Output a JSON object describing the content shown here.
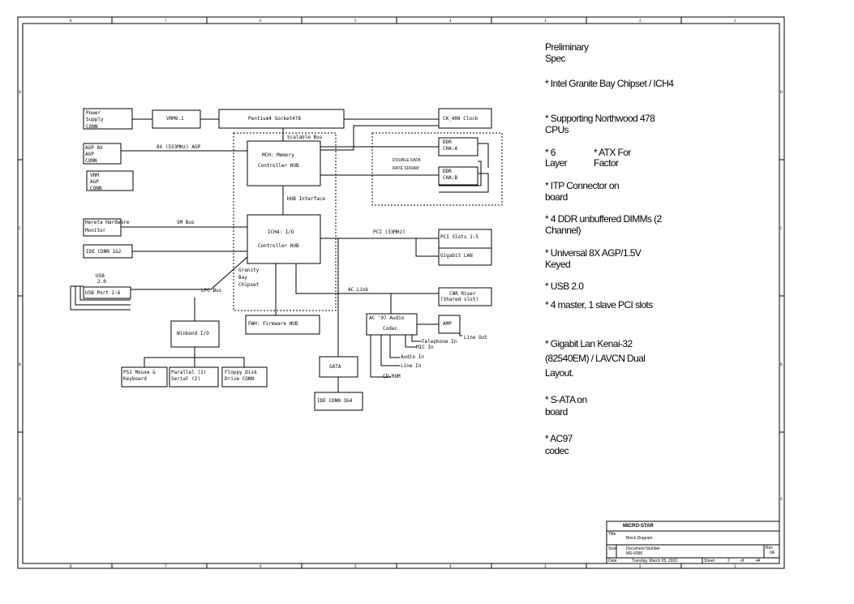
{
  "border_ticks": [
    "8",
    "7",
    "6",
    "5",
    "4",
    "3",
    "2",
    "1"
  ],
  "border_row_ticks": [
    "D",
    "C",
    "B",
    "A"
  ],
  "blocks": {
    "power_supply": [
      "Power",
      "Supply",
      "CONN"
    ],
    "vrm91": "VRM9.1",
    "pentium4": "Pentium4 Socket478",
    "ck408": "CK_408 Clock",
    "agp8x": [
      "AGP 8X",
      "AGP",
      "CONN"
    ],
    "vrm_agp": [
      "VRM",
      "AGP",
      "CONN"
    ],
    "mch": [
      "MCH: Memory",
      "Controller HUB"
    ],
    "ddr_a": [
      "DDR",
      "CHA:A"
    ],
    "ddr_b": [
      "DDR",
      "CHA:B"
    ],
    "ddr_label": [
      "DOUBLE DATA",
      "RATE SDRAM"
    ],
    "ich4": [
      "ICH4: I/O",
      "Controller HUB"
    ],
    "hw_monitor": [
      "Hereta Hardware",
      "Monitor"
    ],
    "ide_conn12": "IDE CONN 1&2",
    "usb": [
      "USB",
      "2.0"
    ],
    "usb_port": "USB Port 1:6",
    "granity": [
      "Granity",
      "Bay",
      "Chipset"
    ],
    "pci_slots": "PCI Slots 1:5",
    "gigabit_lan": "Gigabit LAN",
    "cnr_riser": [
      "CNR Riser",
      "(Shared slot)"
    ],
    "fwh": "FWH: Firmware HUB",
    "winbond": "Winbond I/O",
    "ac97": [
      "AC '97 Audio",
      "Codec"
    ],
    "amp": "AMP",
    "sata": "SATA",
    "ide_conn34": "IDE CONN 3&4",
    "ps2": [
      "PS2 Mouse &",
      "Keyboard"
    ],
    "parallel": [
      "Parallel (1)",
      "Serial (2)"
    ],
    "floppy": [
      "Floppy Disk",
      "Drive CONN"
    ]
  },
  "bus_labels": {
    "scalable_bus": "Scalable Bus",
    "agp_8x": "8X (533MHz) AGP",
    "hub_interface": "HUB Interface",
    "sm_bus": "SM Bus",
    "pci": "PCI (33MHz)",
    "lpc_bus": "LPC Bus",
    "ac_link": "AC Link",
    "line_out": "Line Out",
    "telephone_in": "Telephone In",
    "mic_in": "MIC In",
    "audio_in": "Audio In",
    "line_in": "Line In",
    "cd_rom": "CD-ROM"
  },
  "spec": {
    "lines": [
      "Preliminary",
      "Spec",
      "* Intel Granite Bay Chipset / ICH4",
      "* Supporting Northwood 478",
      "CPUs",
      "* 6",
      "* ATX For",
      "Layer",
      "Factor",
      "* ITP Connector on",
      "board",
      "* 4 DDR unbuffered DIMMs (2",
      "Channel)",
      "* Universal 8X AGP/1.5V",
      "Keyed",
      "* USB   2.0",
      "* 4 master, 1 slave PCI slots",
      "* Gigabit Lan Kenai-32",
      "(82540EM) / LAVCN Dual",
      "Layout.",
      "* S-ATA on",
      "board",
      "* AC97",
      "codec"
    ]
  },
  "title_block": {
    "company": "MICRO-STAR",
    "title_label": "Title",
    "title": "Block Diagram",
    "size_label": "Size",
    "doc_label": "Document Number",
    "doc_number": "MS-6585",
    "rev_label": "Rev",
    "rev": "0A",
    "date_label": "Date",
    "date": "Tuesday, March 05, 2002",
    "sheet_label": "Sheet",
    "sheet": "2",
    "of_label": "of",
    "total": "44"
  }
}
